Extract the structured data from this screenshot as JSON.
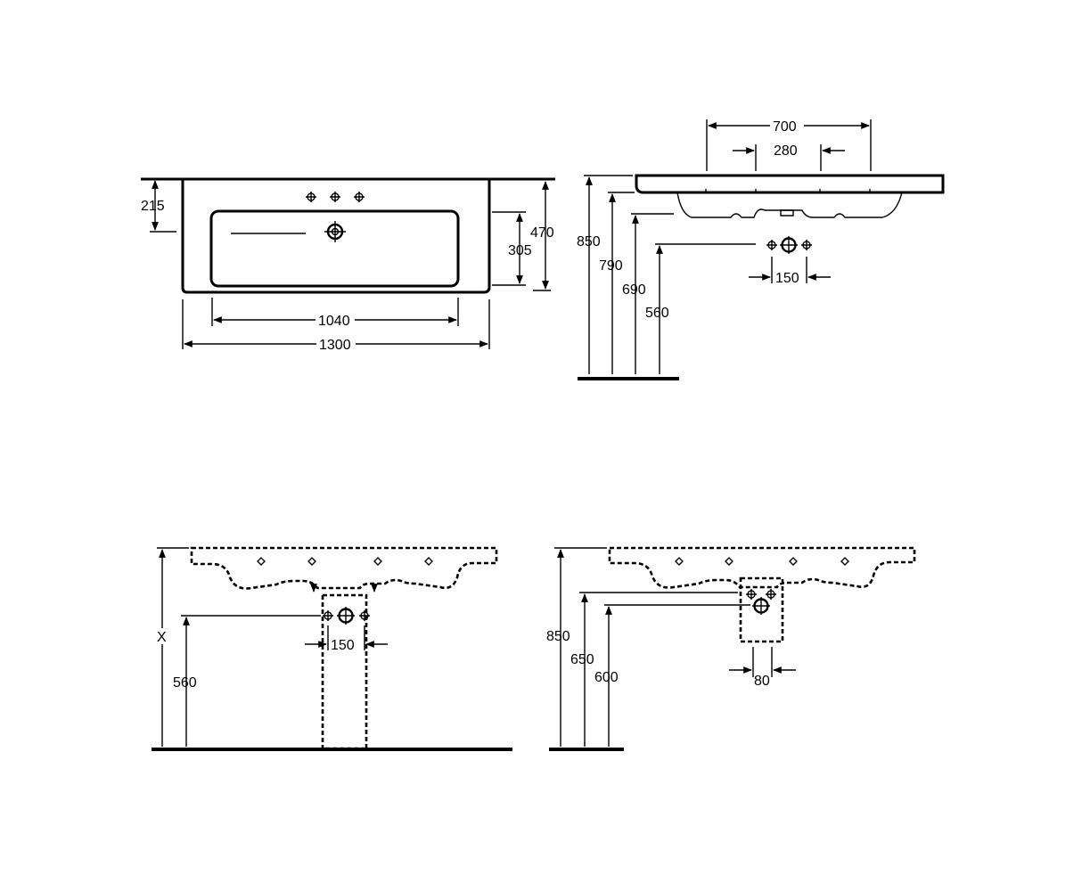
{
  "views": {
    "top": {
      "left_depth": "215",
      "bowl_depth": "305",
      "total_depth": "470",
      "bowl_width": "1040",
      "total_width": "1300"
    },
    "side": {
      "tap_spacing_outer": "700",
      "tap_spacing_inner": "280",
      "rim_height": "850",
      "underside_height": "790",
      "bowl_bottom_height": "690",
      "waste_height": "560",
      "valve_spacing": "150"
    },
    "front_pedestal": {
      "mount_height": "X",
      "waste_height": "560",
      "valve_spacing": "150"
    },
    "side_siphon": {
      "rim_height": "850",
      "siphon_top_height": "650",
      "siphon_outlet_height": "600",
      "siphon_width": "80"
    }
  }
}
